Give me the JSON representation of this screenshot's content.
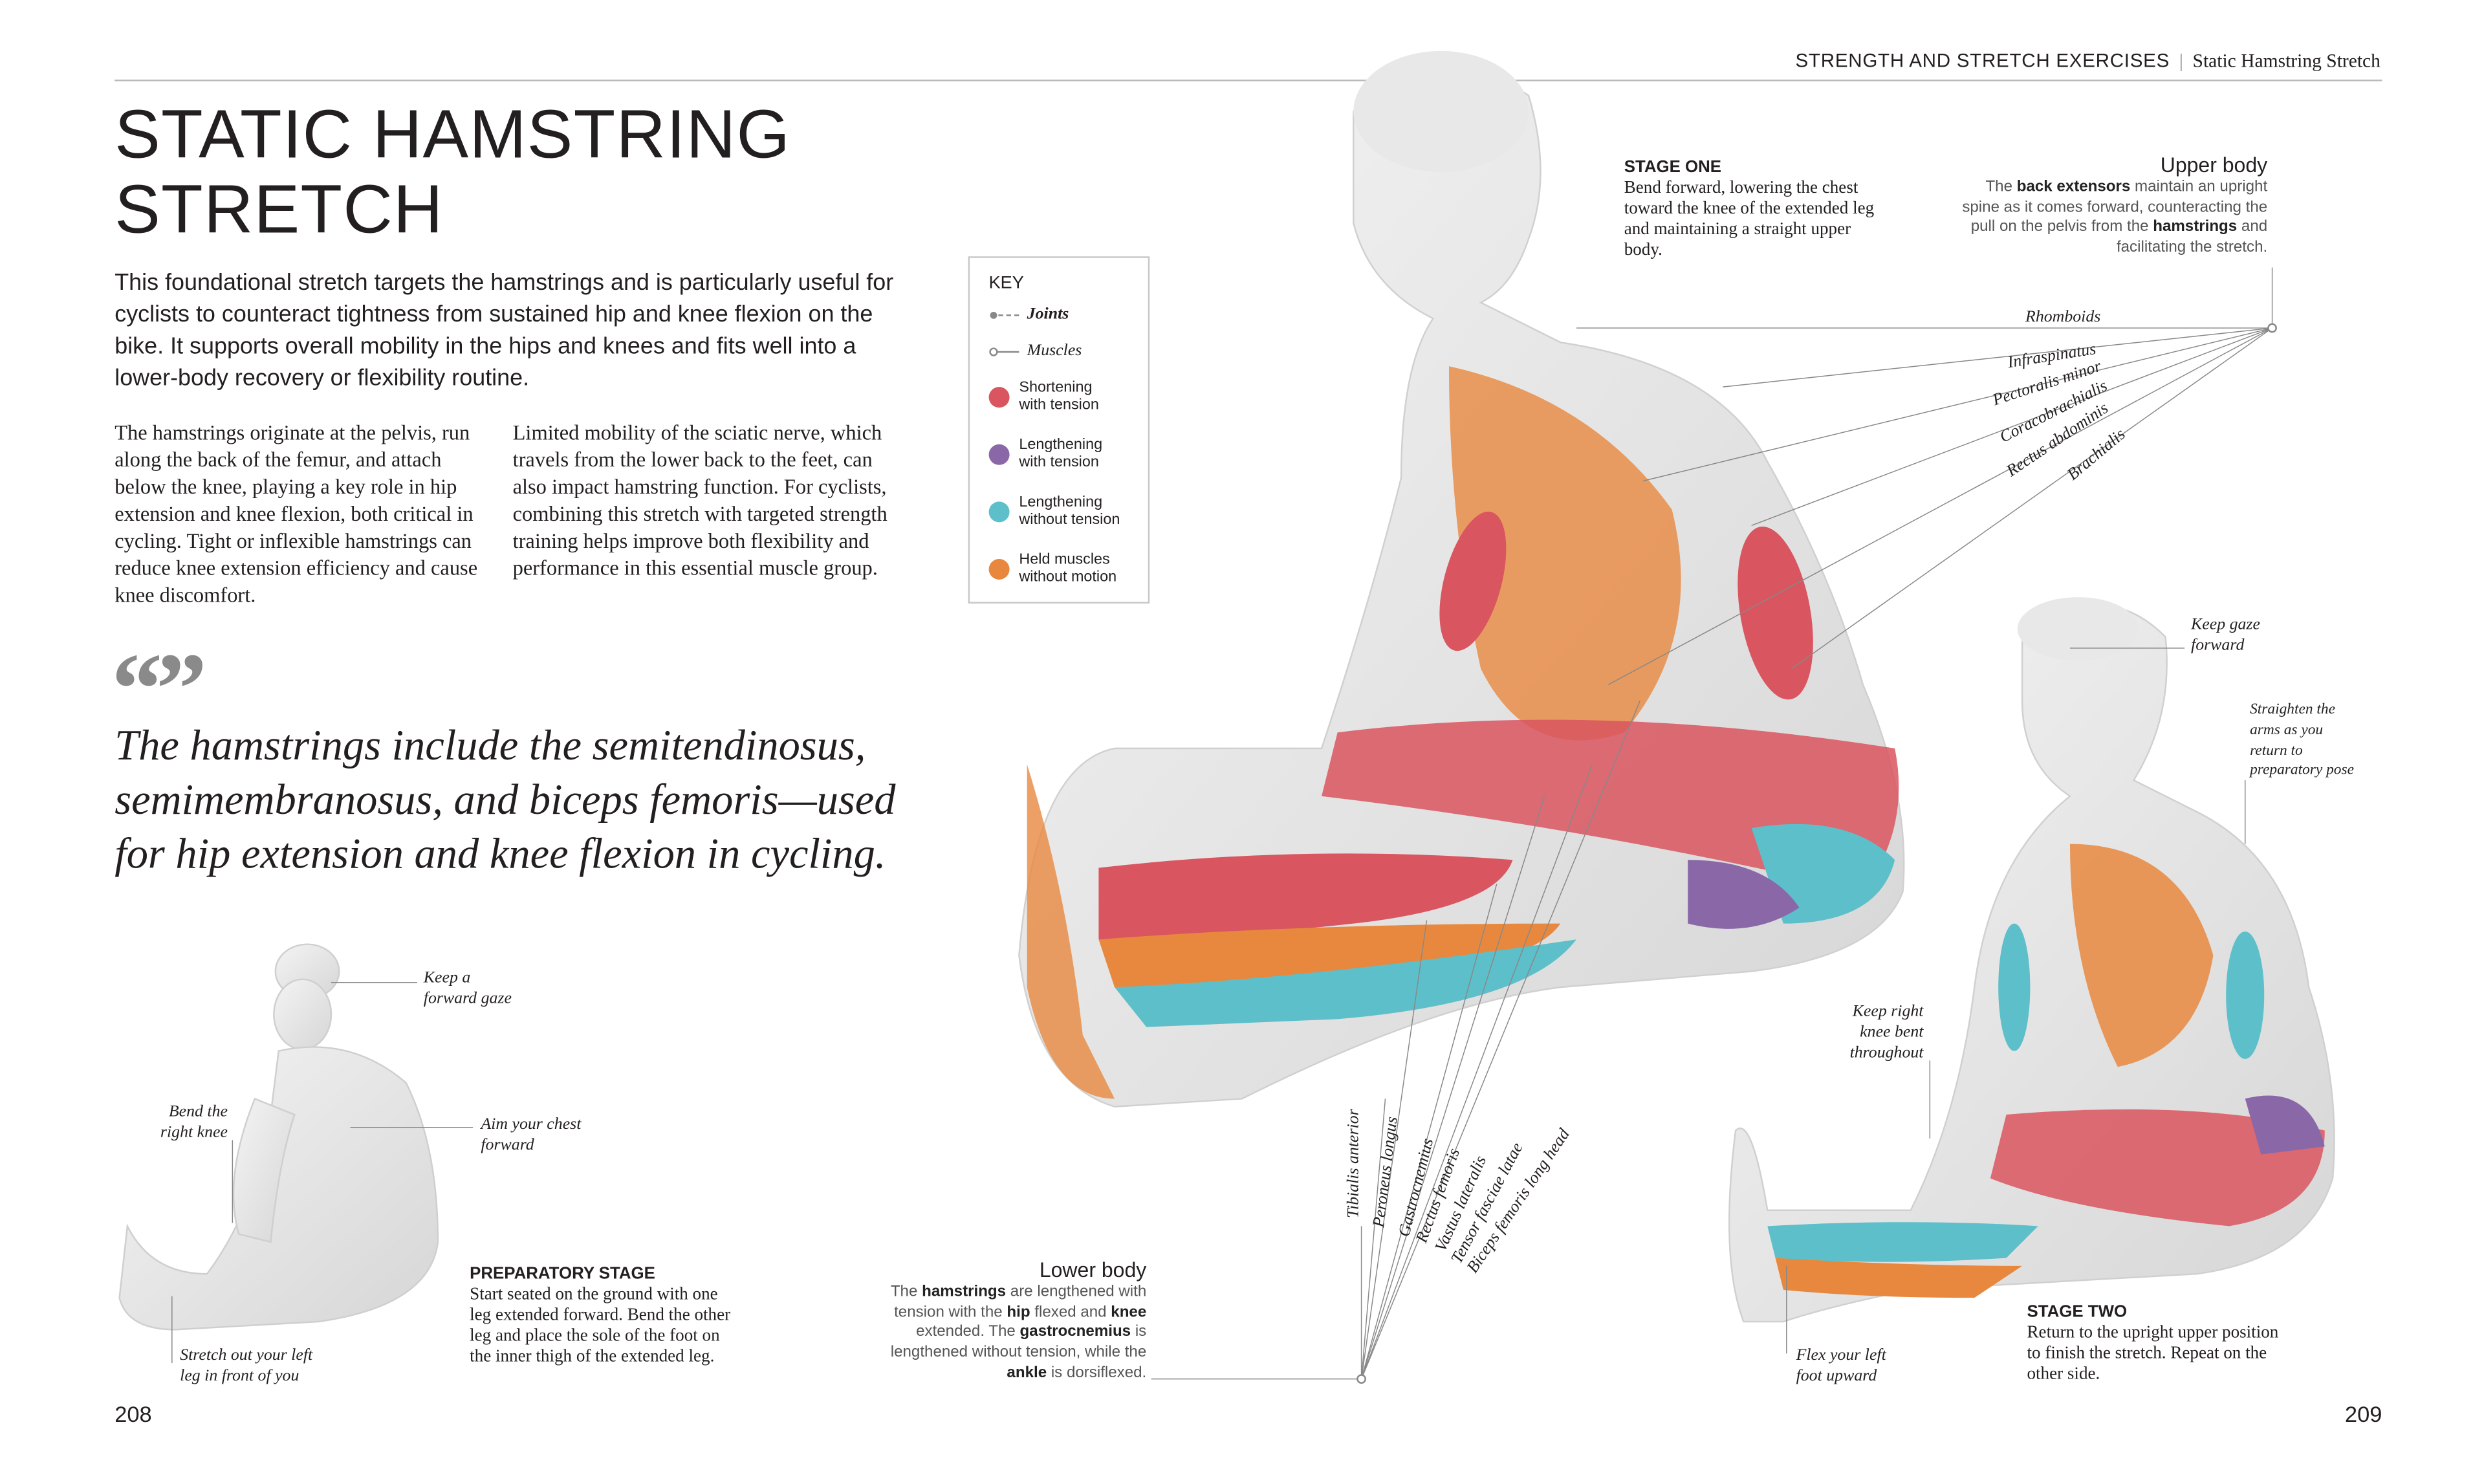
{
  "header": {
    "section": "STRENGTH AND STRETCH EXERCISES",
    "separator": "|",
    "subsection": "Static Hamstring Stretch"
  },
  "title": {
    "line1": "STATIC HAMSTRING",
    "line2": "STRETCH"
  },
  "intro": "This foundational stretch targets the hamstrings and is particularly useful for cyclists to counteract tightness from sustained hip and knee flexion on the bike. It supports overall mobility in the hips and knees and fits well into a lower-body recovery or flexibility routine.",
  "columns": [
    "The hamstrings originate at the pelvis, run along the back of the femur, and attach below the knee, playing a key role in hip extension and knee flexion, both critical in cycling. Tight or inflexible hamstrings can reduce knee extension efficiency and cause knee discomfort.",
    "Limited mobility of the sciatic nerve, which travels from the lower back to the feet, can also impact hamstring function. For cyclists, combining this stretch with targeted strength training helps improve both flexibility and performance in this essential muscle group."
  ],
  "quote": {
    "marks": "“”",
    "text": "The hamstrings include the semitendinosus, semimembranosus, and biceps femoris—used for hip extension and knee flexion in cycling."
  },
  "key": {
    "title": "KEY",
    "joints": "Joints",
    "muscles": "Muscles",
    "items": [
      {
        "label1": "Shortening",
        "label2": "with tension",
        "color": "#d9555f"
      },
      {
        "label1": "Lengthening",
        "label2": "with tension",
        "color": "#8a68a8"
      },
      {
        "label1": "Lengthening",
        "label2": "without tension",
        "color": "#5dbfc9"
      },
      {
        "label1": "Held muscles",
        "label2": "without motion",
        "color": "#e8883e"
      }
    ]
  },
  "preparatory": {
    "labels": {
      "gaze": [
        "Keep a",
        "forward gaze"
      ],
      "chest": [
        "Aim your chest",
        "forward"
      ],
      "knee": [
        "Bend the",
        "right knee"
      ],
      "leg": [
        "Stretch out your left",
        "leg in front of you"
      ]
    },
    "heading": "PREPARATORY STAGE",
    "text": "Start seated on the ground with one leg extended forward. Bend the other leg and place the sole of the foot on the inner thigh of the extended leg."
  },
  "lower_body": {
    "heading": "Lower body",
    "t1": "The ",
    "b1": "hamstrings",
    "t2": " are lengthened with tension with the ",
    "b2": "hip",
    "t3": " flexed and ",
    "b3": "knee",
    "t4": " extended. The ",
    "b4": "gastrocnemius",
    "t5": " is lengthened without tension, while the ",
    "b5": "ankle",
    "t6": " is dorsiflexed.",
    "muscles": [
      "Tibialis anterior",
      "Peroneus longus",
      "Gastrocnemius",
      "Rectus femoris",
      "Vastus lateralis",
      "Tensor fasciae latae",
      "Biceps femoris long head"
    ]
  },
  "stage_one": {
    "heading": "STAGE ONE",
    "text": "Bend forward, lowering the chest toward the knee of the extended leg and maintaining a straight upper body."
  },
  "upper_body": {
    "heading": "Upper body",
    "t1": "The ",
    "b1": "back extensors",
    "t2": " maintain an upright spine as it comes forward, counteracting the pull on the pelvis from the ",
    "b2": "hamstrings",
    "t3": " and facilitating the stretch.",
    "muscles": [
      "Rhomboids",
      "Infraspinatus",
      "Pectoralis minor",
      "Coracobrachialis",
      "Rectus abdominis",
      "Brachialis"
    ]
  },
  "stage_two": {
    "labels": {
      "gaze": [
        "Keep gaze",
        "forward"
      ],
      "arms": [
        "Straighten the",
        "arms as you",
        "return to",
        "preparatory pose"
      ],
      "knee": [
        "Keep right",
        "knee bent",
        "throughout"
      ],
      "foot": [
        "Flex your left",
        "foot upward"
      ]
    },
    "heading": "STAGE TWO",
    "text": "Return to the upright upper position to finish the stretch. Repeat on the other side."
  },
  "page_numbers": {
    "left": "208",
    "right": "209"
  }
}
